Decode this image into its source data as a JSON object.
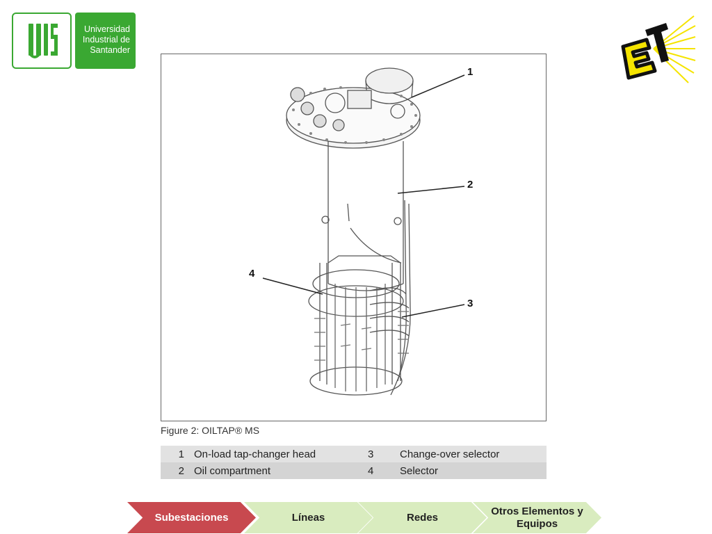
{
  "logos": {
    "uis": {
      "monogram": "UIS",
      "name_lines": [
        "Universidad",
        "Industrial de",
        "Santander"
      ],
      "color": "#3aa832"
    },
    "et": {
      "text": "ET",
      "colors": [
        "#f5e400",
        "#111111"
      ]
    }
  },
  "figure": {
    "callouts": [
      "1",
      "2",
      "4",
      "3"
    ],
    "caption": "Figure 2: OILTAP® MS",
    "legend": [
      {
        "n1": "1",
        "t1": "On-load tap-changer head",
        "n2": "3",
        "t2": "Change-over selector"
      },
      {
        "n1": "2",
        "t1": "Oil compartment",
        "n2": "4",
        "t2": "Selector"
      }
    ]
  },
  "nav": {
    "items": [
      {
        "label": "Subestaciones",
        "active": true
      },
      {
        "label": "Líneas",
        "active": false
      },
      {
        "label": "Redes",
        "active": false
      },
      {
        "label": "Otros Elementos y Equipos",
        "active": false
      }
    ],
    "colors": {
      "active": "#c8494f",
      "idle": "#d9ecbf"
    }
  }
}
